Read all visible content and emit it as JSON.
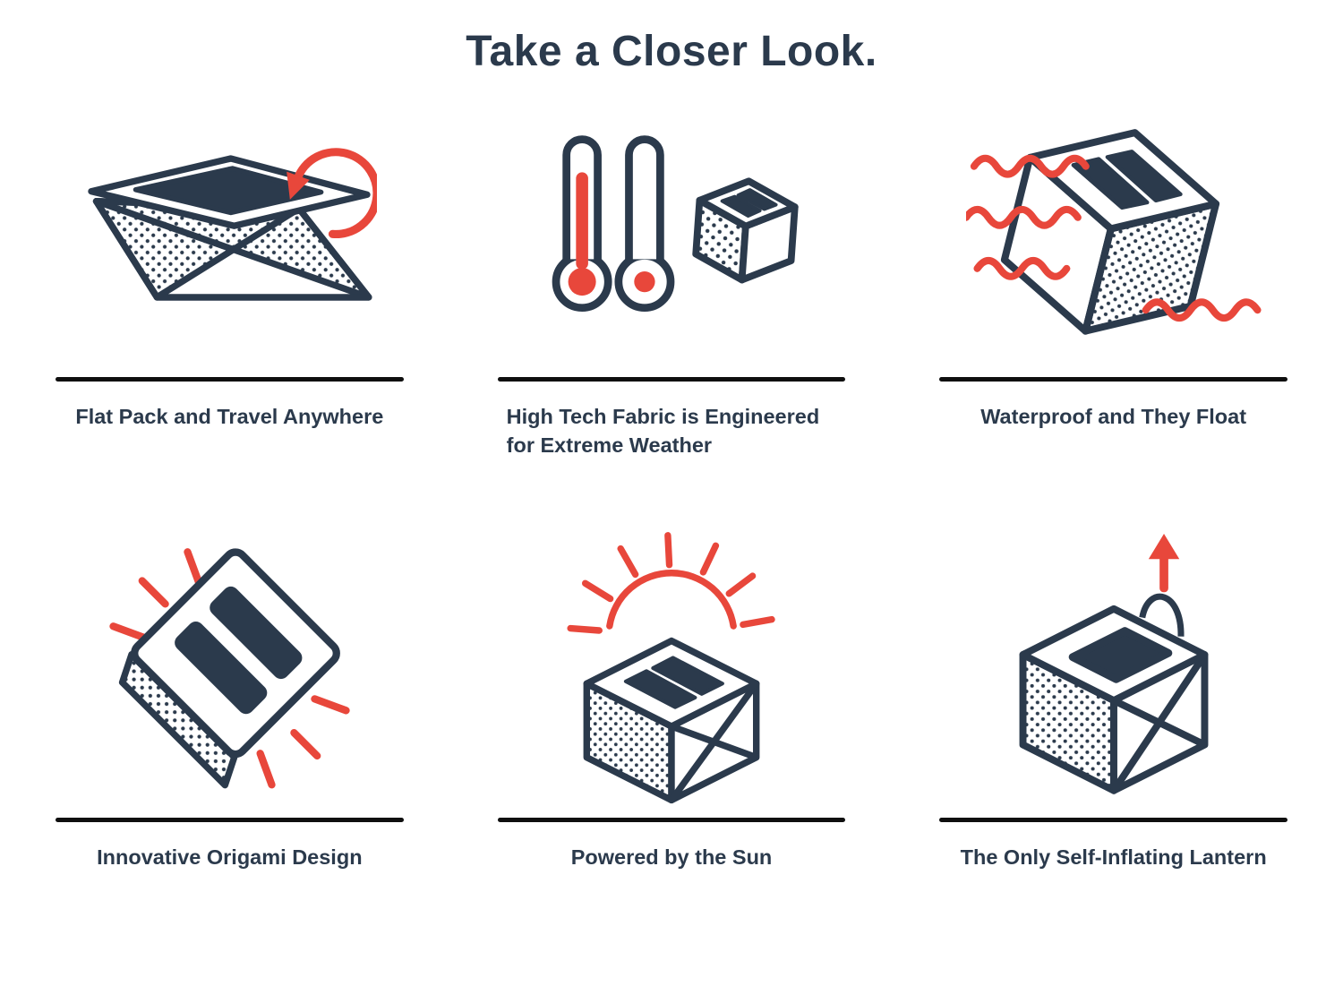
{
  "page": {
    "title": "Take a Closer Look."
  },
  "colors": {
    "navy": "#2b3a4c",
    "red": "#e8473b",
    "divider": "#0f0f0f",
    "background": "#ffffff"
  },
  "features": [
    {
      "label": "Flat Pack and Travel Anywhere",
      "icon": "flat-pack-icon"
    },
    {
      "label": "High Tech Fabric is  Engineered\nfor Extreme Weather",
      "icon": "thermometers-cube-icon"
    },
    {
      "label": "Waterproof and They Float",
      "icon": "waterproof-float-icon"
    },
    {
      "label": "Innovative Origami Design",
      "icon": "origami-design-icon"
    },
    {
      "label": "Powered by the Sun",
      "icon": "sun-powered-icon"
    },
    {
      "label": "The Only Self-Inflating Lantern",
      "icon": "self-inflating-icon"
    }
  ]
}
